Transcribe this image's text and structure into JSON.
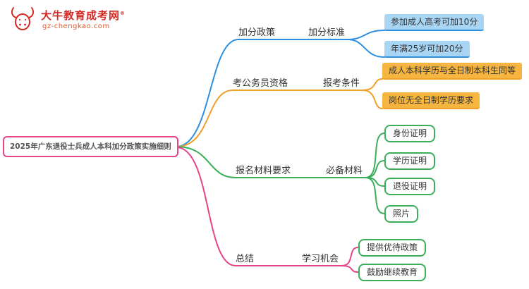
{
  "logo": {
    "title": "大牛教育成考网",
    "registered_mark": "®",
    "url": "gz-chengkao.com"
  },
  "root": {
    "label": "2025年广东退役士兵成人本科加分政策实施细则"
  },
  "branches": [
    {
      "label": "加分政策",
      "child": "加分标准",
      "leaves": [
        "参加成人高考可加10分",
        "年满25岁可加20分"
      ]
    },
    {
      "label": "考公务员资格",
      "child": "报考条件",
      "leaves": [
        "成人本科学历与全日制本科生同等",
        "岗位无全日制学历要求"
      ]
    },
    {
      "label": "报名材料要求",
      "child": "必备材料",
      "leaves": [
        "身份证明",
        "学历证明",
        "退役证明",
        "照片"
      ]
    },
    {
      "label": "总结",
      "child": "学习机会",
      "leaves": [
        "提供优待政策",
        "鼓励继续教育"
      ]
    }
  ],
  "colors": {
    "blue": "#2e8fdf",
    "blue_fill": "#a9d5f5",
    "orange": "#f0a028",
    "orange_fill": "#f5b53f",
    "green": "#3cae5a",
    "pink": "#e84388",
    "logo_red": "#d42a26"
  }
}
